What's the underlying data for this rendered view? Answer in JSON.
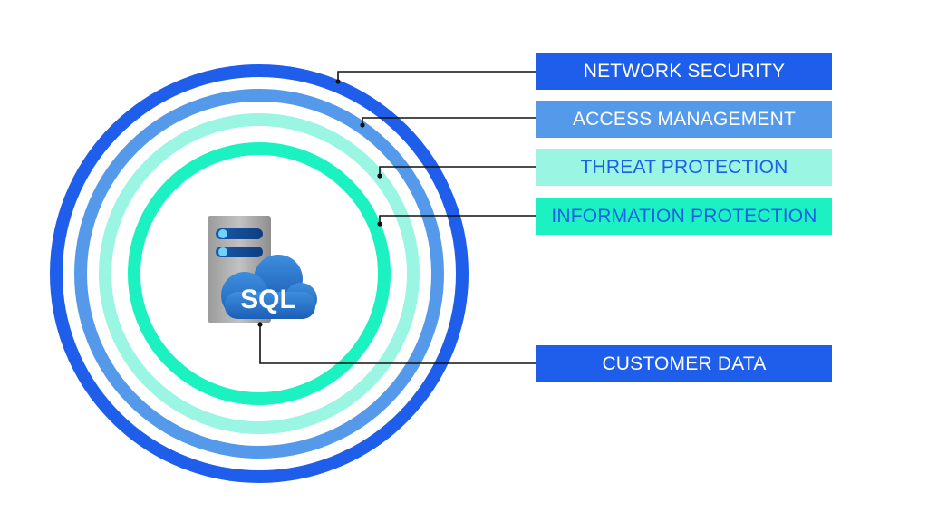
{
  "layers": [
    {
      "id": "network",
      "label": "NETWORK SECURITY",
      "fill": "#1E5EEB",
      "text_color": "#FFFFFF",
      "ring_color": "#1E5EEB"
    },
    {
      "id": "access",
      "label": "ACCESS MANAGEMENT",
      "fill": "#5599EA",
      "text_color": "#FFFFFF",
      "ring_color": "#5599EA"
    },
    {
      "id": "threat",
      "label": "THREAT PROTECTION",
      "fill": "#9AF5E2",
      "text_color": "#1E5EEB",
      "ring_color": "#9AF5E2"
    },
    {
      "id": "info",
      "label": "INFORMATION PROTECTION",
      "fill": "#1CF2C1",
      "text_color": "#1E5EEB",
      "ring_color": "#1CF2C1"
    }
  ],
  "core": {
    "label": "CUSTOMER DATA",
    "fill": "#1E5EEB",
    "text_color": "#FFFFFF",
    "icon": "sql-database-icon",
    "icon_text": "SQL"
  }
}
